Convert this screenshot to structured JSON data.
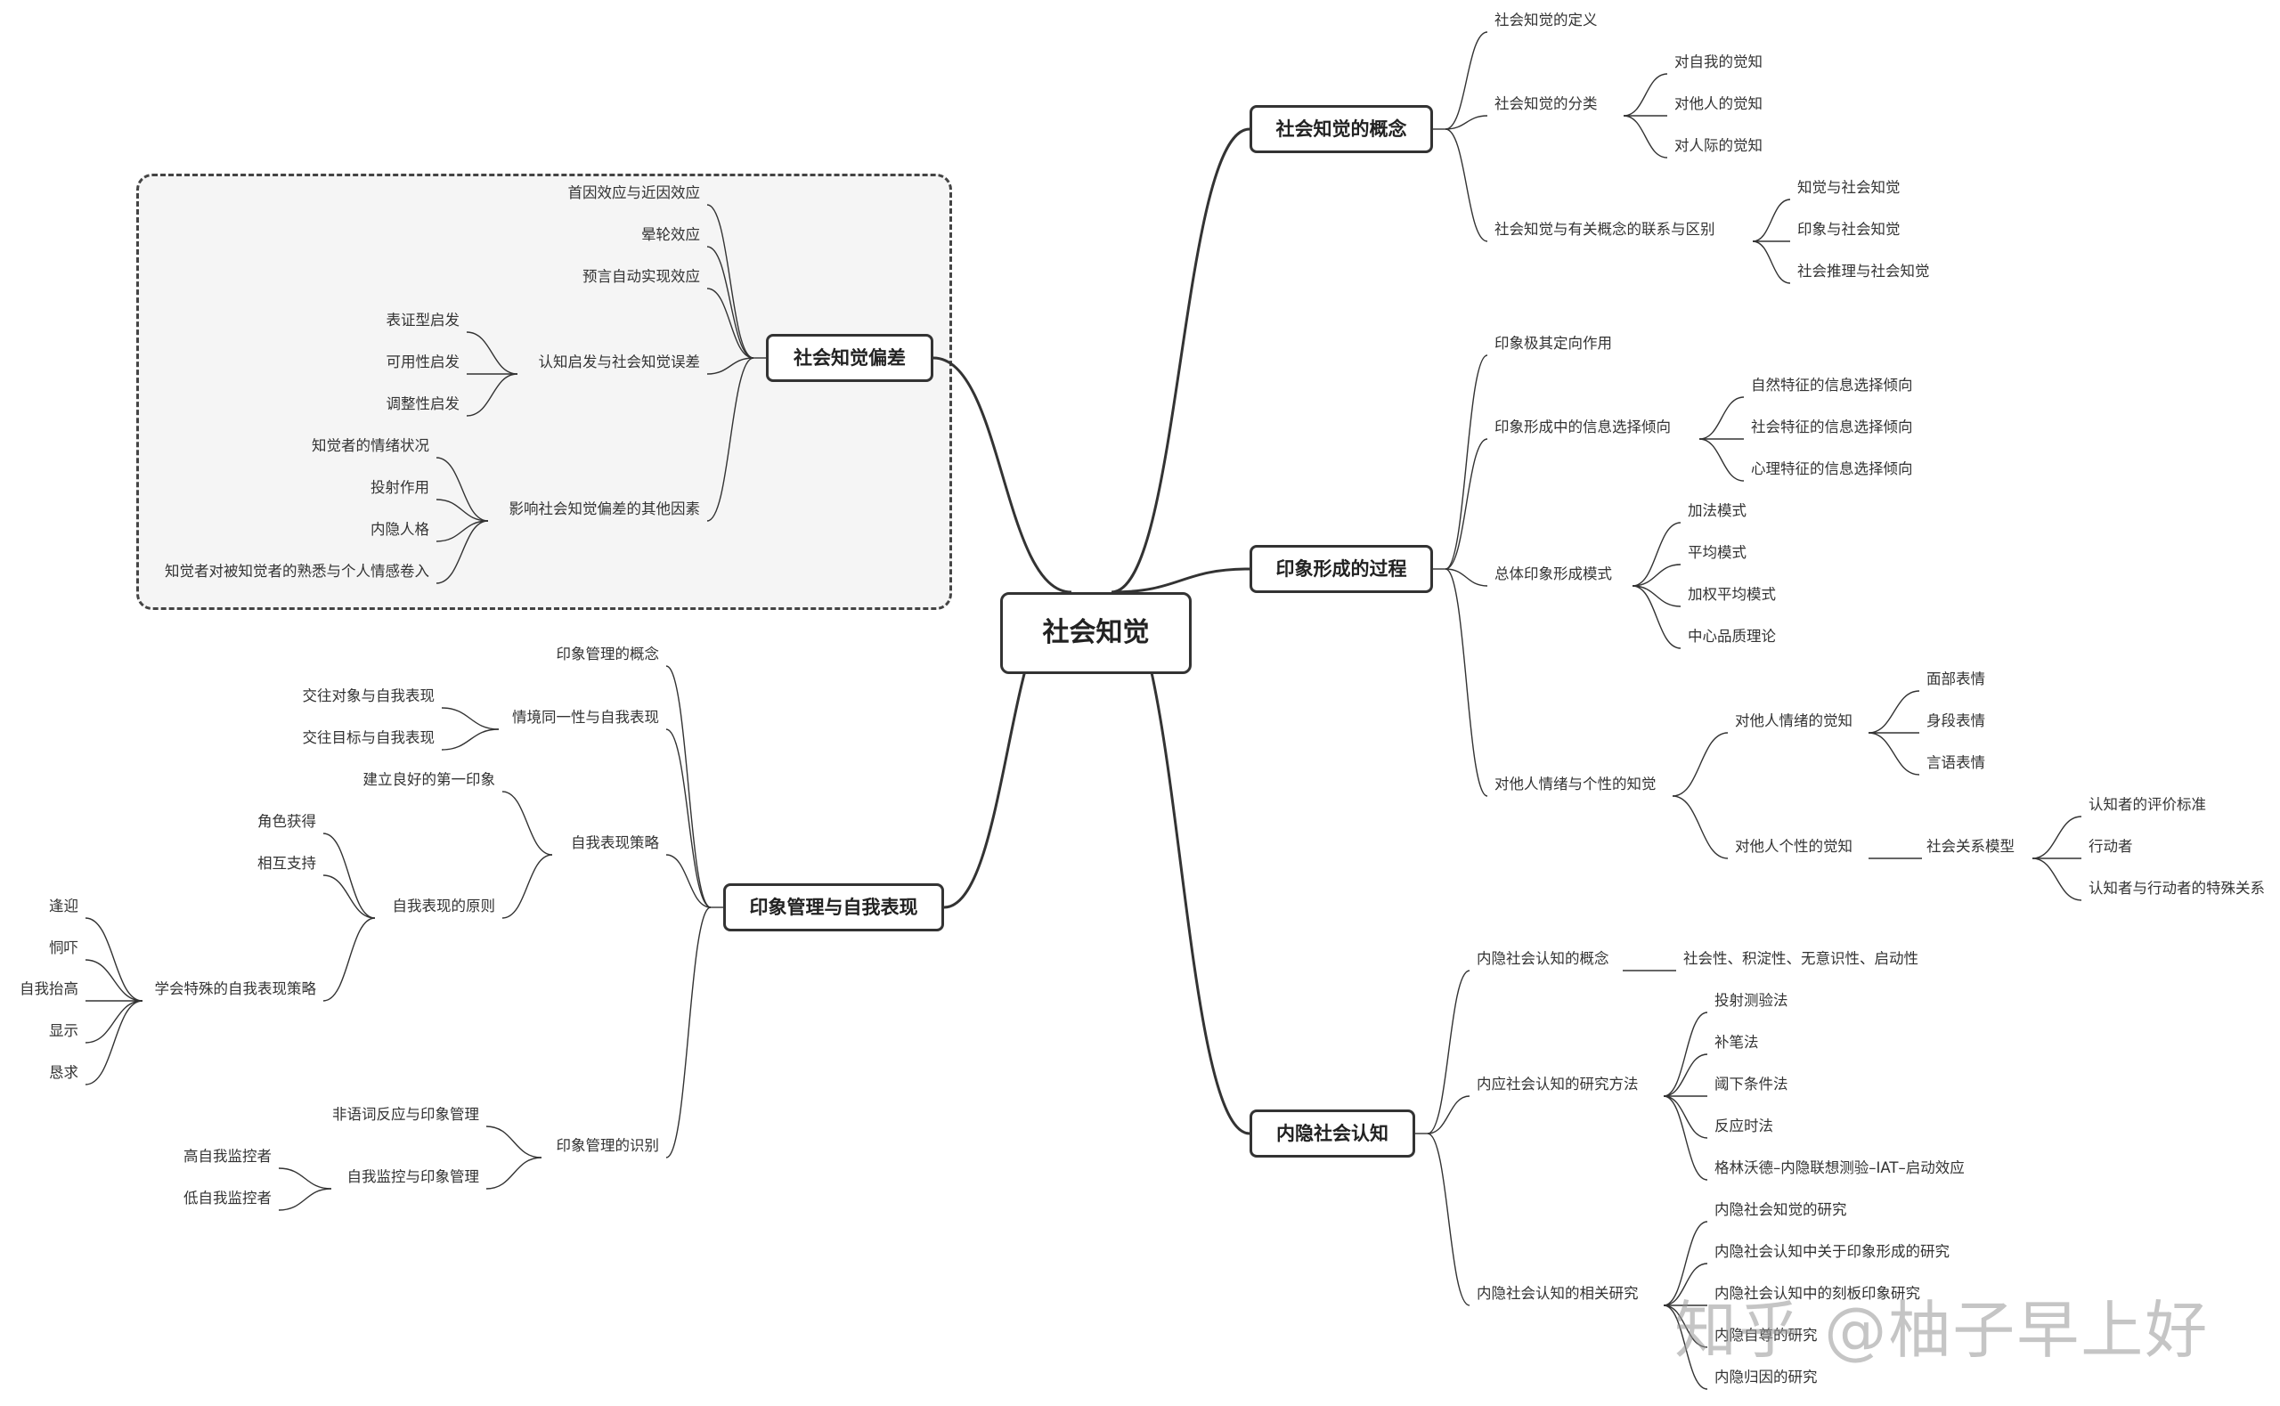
{
  "root": "社会知觉",
  "branches": [
    {
      "label": "社会知觉的概念",
      "children": [
        {
          "label": "社会知觉的定义"
        },
        {
          "label": "社会知觉的分类",
          "children": [
            {
              "label": "对自我的觉知"
            },
            {
              "label": "对他人的觉知"
            },
            {
              "label": "对人际的觉知"
            }
          ]
        },
        {
          "label": "社会知觉与有关概念的联系与区别",
          "children": [
            {
              "label": "知觉与社会知觉"
            },
            {
              "label": "印象与社会知觉"
            },
            {
              "label": "社会推理与社会知觉"
            }
          ]
        }
      ]
    },
    {
      "label": "印象形成的过程",
      "children": [
        {
          "label": "印象极其定向作用"
        },
        {
          "label": "印象形成中的信息选择倾向",
          "children": [
            {
              "label": "自然特征的信息选择倾向"
            },
            {
              "label": "社会特征的信息选择倾向"
            },
            {
              "label": "心理特征的信息选择倾向"
            }
          ]
        },
        {
          "label": "总体印象形成模式",
          "children": [
            {
              "label": "加法模式"
            },
            {
              "label": "平均模式"
            },
            {
              "label": "加权平均模式"
            },
            {
              "label": "中心品质理论"
            }
          ]
        },
        {
          "label": "对他人情绪与个性的知觉",
          "children": [
            {
              "label": "对他人情绪的觉知",
              "children": [
                {
                  "label": "面部表情"
                },
                {
                  "label": "身段表情"
                },
                {
                  "label": "言语表情"
                }
              ]
            },
            {
              "label": "对他人个性的觉知",
              "children": [
                {
                  "label": "社会关系模型",
                  "children": [
                    {
                      "label": "认知者的评价标准"
                    },
                    {
                      "label": "行动者"
                    },
                    {
                      "label": "认知者与行动者的特殊关系"
                    }
                  ]
                }
              ]
            }
          ]
        }
      ]
    },
    {
      "label": "内隐社会认知",
      "children": [
        {
          "label": "内隐社会认知的概念",
          "children": [
            {
              "label": "社会性、积淀性、无意识性、启动性"
            }
          ]
        },
        {
          "label": "内应社会认知的研究方法",
          "children": [
            {
              "label": "投射测验法"
            },
            {
              "label": "补笔法"
            },
            {
              "label": "阈下条件法"
            },
            {
              "label": "反应时法"
            },
            {
              "label": "格林沃德–内隐联想测验–IAT–启动效应"
            }
          ]
        },
        {
          "label": "内隐社会认知的相关研究",
          "children": [
            {
              "label": "内隐社会知觉的研究"
            },
            {
              "label": "内隐社会认知中关于印象形成的研究"
            },
            {
              "label": "内隐社会认知中的刻板印象研究"
            },
            {
              "label": "内隐自尊的研究"
            },
            {
              "label": "内隐归因的研究"
            }
          ]
        }
      ]
    },
    {
      "label": "社会知觉偏差",
      "children": [
        {
          "label": "首因效应与近因效应"
        },
        {
          "label": "晕轮效应"
        },
        {
          "label": "预言自动实现效应"
        },
        {
          "label": "认知启发与社会知觉误差",
          "children": [
            {
              "label": "表证型启发"
            },
            {
              "label": "可用性启发"
            },
            {
              "label": "调整性启发"
            }
          ]
        },
        {
          "label": "影响社会知觉偏差的其他因素",
          "children": [
            {
              "label": "知觉者的情绪状况"
            },
            {
              "label": "投射作用"
            },
            {
              "label": "内隐人格"
            },
            {
              "label": "知觉者对被知觉者的熟悉与个人情感卷入"
            }
          ]
        }
      ]
    },
    {
      "label": "印象管理与自我表现",
      "children": [
        {
          "label": "印象管理的概念"
        },
        {
          "label": "情境同一性与自我表现",
          "children": [
            {
              "label": "交往对象与自我表现"
            },
            {
              "label": "交往目标与自我表现"
            }
          ]
        },
        {
          "label": "自我表现策略",
          "children": [
            {
              "label": "建立良好的第一印象"
            },
            {
              "label": "自我表现的原则",
              "children": [
                {
                  "label": "角色获得"
                },
                {
                  "label": "相互支持"
                },
                {
                  "label": "学会特殊的自我表现策略",
                  "children": [
                    {
                      "label": "逢迎"
                    },
                    {
                      "label": "恫吓"
                    },
                    {
                      "label": "自我抬高"
                    },
                    {
                      "label": "显示"
                    },
                    {
                      "label": "恳求"
                    }
                  ]
                }
              ]
            }
          ]
        },
        {
          "label": "印象管理的识别",
          "children": [
            {
              "label": "非语词反应与印象管理"
            },
            {
              "label": "自我监控与印象管理",
              "children": [
                {
                  "label": "高自我监控者"
                },
                {
                  "label": "低自我监控者"
                }
              ]
            }
          ]
        }
      ]
    }
  ],
  "watermark": "知乎 @柚子早上好",
  "colors": {
    "line": "#333333",
    "frame_bg": "#f5f5f5",
    "text": "#333333"
  }
}
